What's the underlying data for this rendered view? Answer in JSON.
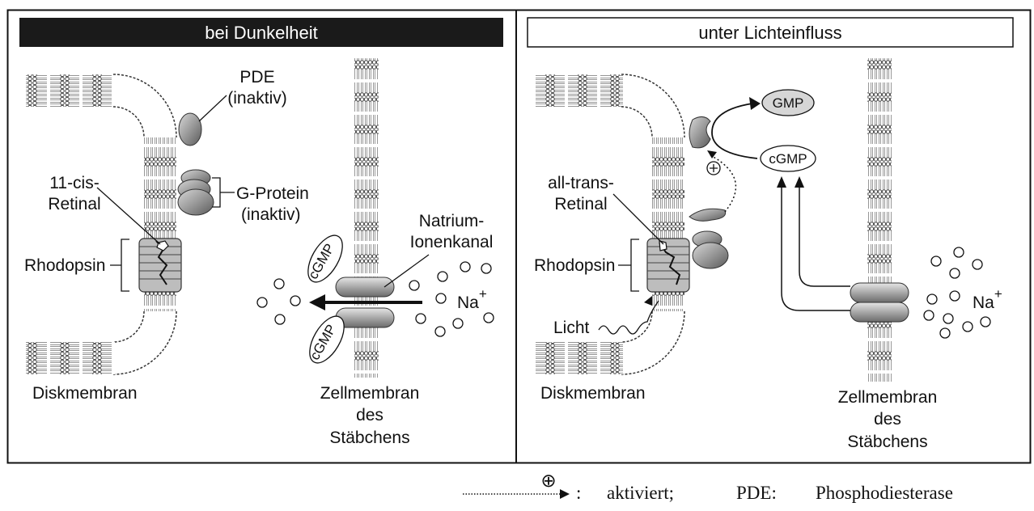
{
  "left_panel": {
    "header": "bei Dunkelheit",
    "labels": {
      "pde_line1": "PDE",
      "pde_line2": "(inaktiv)",
      "retinal_line1": "11-cis-",
      "retinal_line2": "Retinal",
      "gprotein_line1": "G-Protein",
      "gprotein_line2": "(inaktiv)",
      "rhodopsin": "Rhodopsin",
      "channel_line1": "Natrium-",
      "channel_line2": "Ionenkanal",
      "cgmp_top": "cGMP",
      "cgmp_bottom": "cGMP",
      "na": "Na",
      "na_sup": "+",
      "disk": "Diskmembran",
      "cell_line1": "Zellmembran",
      "cell_line2": "des",
      "cell_line3": "Stäbchens"
    }
  },
  "right_panel": {
    "header": "unter Lichteinfluss",
    "labels": {
      "gmp": "GMP",
      "cgmp": "cGMP",
      "plus": "⊕",
      "retinal_line1": "all-trans-",
      "retinal_line2": "Retinal",
      "rhodopsin": "Rhodopsin",
      "licht": "Licht",
      "na": "Na",
      "na_sup": "+",
      "disk": "Diskmembran",
      "cell_line1": "Zellmembran",
      "cell_line2": "des",
      "cell_line3": "Stäbchens"
    }
  },
  "legend": {
    "symbol": "⊕",
    "colon": ":",
    "activated": "aktiviert;",
    "pde_abbrev": "PDE:",
    "pde_full": "Phosphodiesterase"
  },
  "colors": {
    "header_dark_bg": "#1a1a1a",
    "protein_gray": "#9a9a9a",
    "membrane_line": "#333333"
  }
}
